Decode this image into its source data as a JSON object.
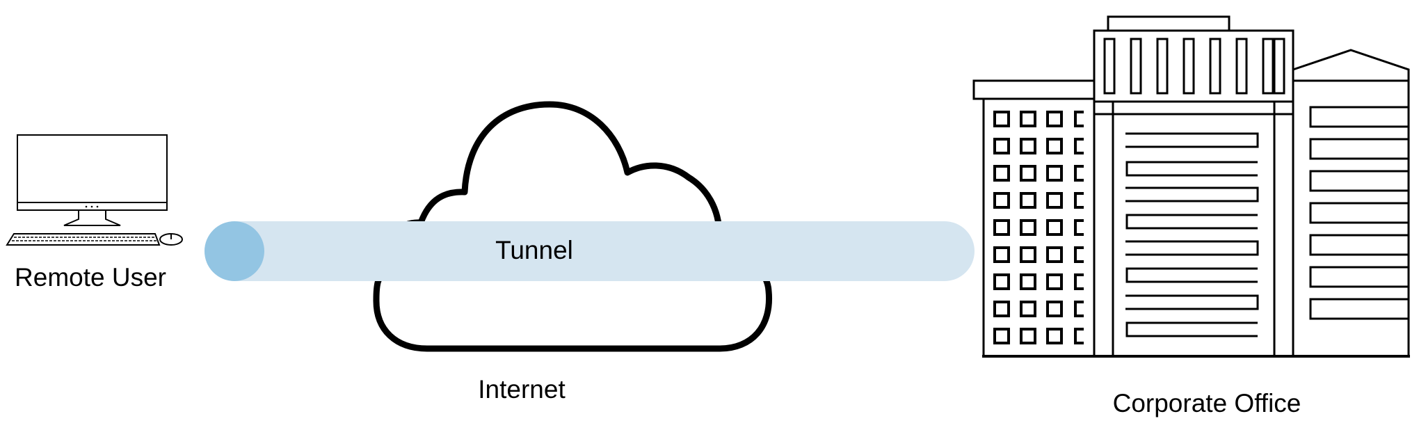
{
  "labels": {
    "remote_user": "Remote User",
    "tunnel": "Tunnel",
    "internet": "Internet",
    "corporate_office": "Corporate Office"
  },
  "colors": {
    "tunnel_body": "#d5e5f0",
    "tunnel_end": "#93c5e3",
    "outline": "#000000",
    "background": "#ffffff"
  },
  "icons": {
    "remote_user": "desktop-computer-icon",
    "internet": "cloud-icon",
    "corporate_office": "office-building-icon"
  }
}
